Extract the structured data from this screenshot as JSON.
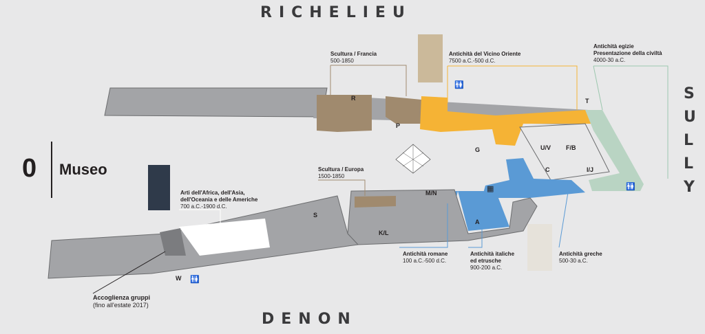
{
  "wings": {
    "north": "RICHELIEU",
    "south": "DENON",
    "east": [
      "S",
      "U",
      "L",
      "L",
      "Y"
    ]
  },
  "level": {
    "number": "0",
    "name": "Museo"
  },
  "collections": {
    "sculpture_france": {
      "title": "Scultura / Francia",
      "dates": "500-1850"
    },
    "near_east": {
      "title": "Antichità del Vicino Oriente",
      "dates": "7500 a.C.-500 d.C."
    },
    "egypt": {
      "title1": "Antichità egizie",
      "title2": "Presentazione della civiltà",
      "dates": "4000-30 a.C."
    },
    "africa": {
      "title1": "Arti dell'Africa, dell'Asia,",
      "title2": "dell'Oceania e delle Americhe",
      "dates": "700 a.C.-1900 d.C."
    },
    "sculpture_europe": {
      "title": "Scultura / Europa",
      "dates": "1500-1850"
    },
    "roman": {
      "title": "Antichità romane",
      "dates": "100 a.C.-500 d.C."
    },
    "italic": {
      "title1": "Antichità italiche",
      "title2": "ed etrusche",
      "dates": "900-200 a.C."
    },
    "greek": {
      "title": "Antichità greche",
      "dates": "500-30 a.C."
    },
    "groups": {
      "title": "Accoglienza gruppi",
      "note": "(fino all'estate 2017)"
    }
  },
  "room_codes": {
    "R": "R",
    "P": "P",
    "G": "G",
    "UV": "U/V",
    "FB": "F/B",
    "C": "C",
    "IJ": "I/J",
    "T": "T",
    "MN": "M/N",
    "A": "A",
    "S": "S",
    "KL": "K/L",
    "W": "W"
  },
  "colors": {
    "background": "#e8e8e9",
    "corridor": "#9e9fa2",
    "sculpture": "#a08a6e",
    "near_east": "#f5b335",
    "egypt": "#b9d4c3",
    "greek": "#5a9ad5",
    "africa": "#ffffff"
  },
  "icons": [
    "elevator-icon",
    "stairs-icon",
    "toilet-icon",
    "accessible-icon",
    "info-icon"
  ]
}
